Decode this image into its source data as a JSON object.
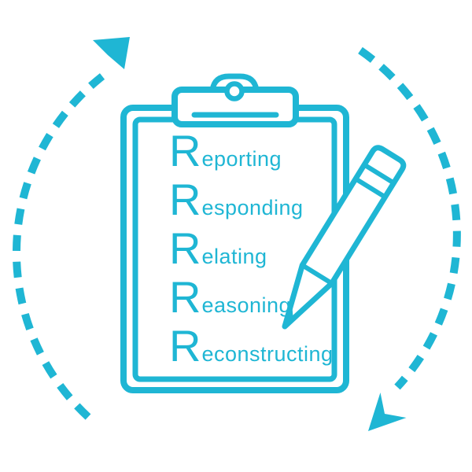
{
  "illustration": {
    "accent_color": "#1fb6d4",
    "background_color": "#ffffff",
    "items": [
      "Reporting",
      "Responding",
      "Relating",
      "Reasoning",
      "Reconstructing"
    ],
    "icons": [
      {
        "name": "clipboard-icon"
      },
      {
        "name": "pencil-icon"
      },
      {
        "name": "cycle-arrow-left-icon"
      },
      {
        "name": "cycle-arrow-right-icon"
      }
    ]
  }
}
